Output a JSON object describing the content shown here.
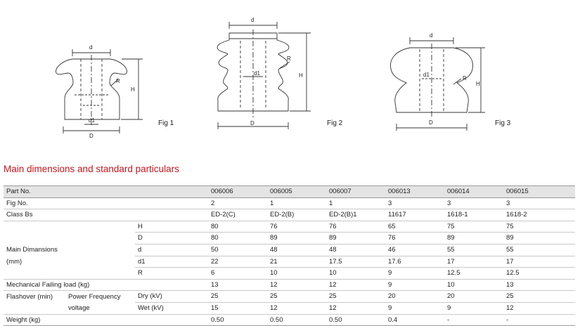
{
  "figures": [
    {
      "label": "Fig  1",
      "dims": {
        "d": "d",
        "d1": "d1",
        "D": "D",
        "H": "H",
        "R": "R"
      }
    },
    {
      "label": "Fig  2",
      "dims": {
        "d": "d",
        "d1": "d1",
        "D": "D",
        "H": "H",
        "R": "R"
      }
    },
    {
      "label": "Fig  3",
      "dims": {
        "d": "d",
        "d1": "d1",
        "D": "D",
        "H": "H",
        "R": "R"
      }
    }
  ],
  "section_title": "Main dimensions and standard particulars",
  "table": {
    "part_no_label": "Part No.",
    "fig_no_label": "Fig No.",
    "class_label": "Class Bs",
    "main_dim_label_1": "Main Dimansions",
    "main_dim_label_2": "(mm)",
    "dim_names": [
      "H",
      "D",
      "d",
      "d1",
      "R"
    ],
    "mech_label": "Mechanical Failing load (kg)",
    "flashover_label": "Flashover (min)",
    "power_freq_label": "Power Frequency",
    "voltage_label": "voltage",
    "dry_label": "Dry (kV)",
    "wet_label": "Wet (kV)",
    "weight_label": "Weight (kg)",
    "columns": [
      {
        "part": "006006",
        "fig": "2",
        "class": "ED-2(C)",
        "H": "80",
        "D": "80",
        "d": "50",
        "d1": "22",
        "R": "6",
        "mech": "13",
        "dry": "25",
        "wet": "15",
        "weight": "0.50"
      },
      {
        "part": "006005",
        "fig": "1",
        "class": "ED-2(B)",
        "H": "76",
        "D": "89",
        "d": "48",
        "d1": "21",
        "R": "10",
        "mech": "12",
        "dry": "25",
        "wet": "12",
        "weight": "0.50"
      },
      {
        "part": "006007",
        "fig": "1",
        "class": "ED-2(B)1",
        "H": "76",
        "D": "89",
        "d": "48",
        "d1": "17.5",
        "R": "10",
        "mech": "12",
        "dry": "25",
        "wet": "12",
        "weight": "0.50"
      },
      {
        "part": "006013",
        "fig": "3",
        "class": "11617",
        "H": "65",
        "D": "76",
        "d": "46",
        "d1": "17.6",
        "R": "9",
        "mech": "9",
        "dry": "20",
        "wet": "9",
        "weight": "0.4"
      },
      {
        "part": "006014",
        "fig": "3",
        "class": "1618-1",
        "H": "75",
        "D": "89",
        "d": "55",
        "d1": "17",
        "R": "12.5",
        "mech": "10",
        "dry": "20",
        "wet": "9",
        "weight": "-"
      },
      {
        "part": "006015",
        "fig": "3",
        "class": "1618-2",
        "H": "75",
        "D": "89",
        "d": "55",
        "d1": "17",
        "R": "12.5",
        "mech": "13",
        "dry": "25",
        "wet": "12",
        "weight": "-"
      }
    ]
  }
}
